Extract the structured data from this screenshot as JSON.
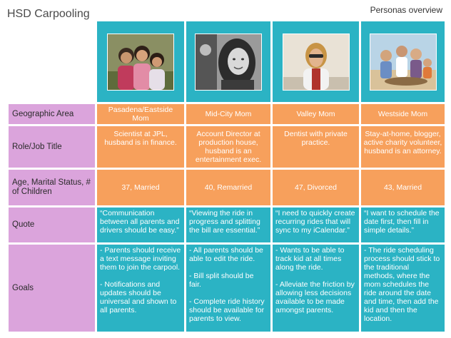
{
  "header": {
    "title": "HSD Carpooling",
    "subtitle": "Personas overview"
  },
  "colors": {
    "teal": "#2bb3c4",
    "orange": "#f7a05c",
    "label": "#dba4dc"
  },
  "row_labels": {
    "area": "Geographic Area",
    "role": "Role/Job Title",
    "age": "Age, Marital Status, # of Children",
    "quote": "Quote",
    "goals": "Goals"
  },
  "personas": [
    {
      "area": "Pasadena/Eastside Mom",
      "role": "Scientist at JPL, husband is in finance.",
      "age": "37, Married",
      "quote": "“Communication between all parents and drivers should be easy.”",
      "goals": [
        "- Parents should receive a text message inviting them to join the carpool.",
        "- Notifications and updates should be universal and shown to all parents."
      ]
    },
    {
      "area": "Mid-City Mom",
      "role": "Account Director at production house, husband is an entertainment exec.",
      "age": "40, Remarried",
      "quote": "“Viewing the ride in progress and splitting the bill are essential.”",
      "goals": [
        "- All parents should be able to edit the ride.",
        "- Bill split should be fair.",
        "- Complete ride history should be available for parents to view."
      ]
    },
    {
      "area": "Valley Mom",
      "role": "Dentist with private practice.",
      "age": "47, Divorced",
      "quote": "“I need to quickly create recurring rides that will sync to my iCalendar.”",
      "goals": [
        "- Wants to be able to track kid at all times along the ride.",
        "- Alleviate the friction by allowing less decisions available to be made amongst parents."
      ]
    },
    {
      "area": "Westside Mom",
      "role": "Stay-at-home, blogger, active charity volunteer, husband is an attorney.",
      "age": "43, Married",
      "quote": "“I want to schedule the date first, then fill in simple details.”",
      "goals": [
        "- The ride scheduling process should stick to the traditional methods, where the mom schedules the ride around the date and time, then add the kid and then the location."
      ]
    }
  ]
}
